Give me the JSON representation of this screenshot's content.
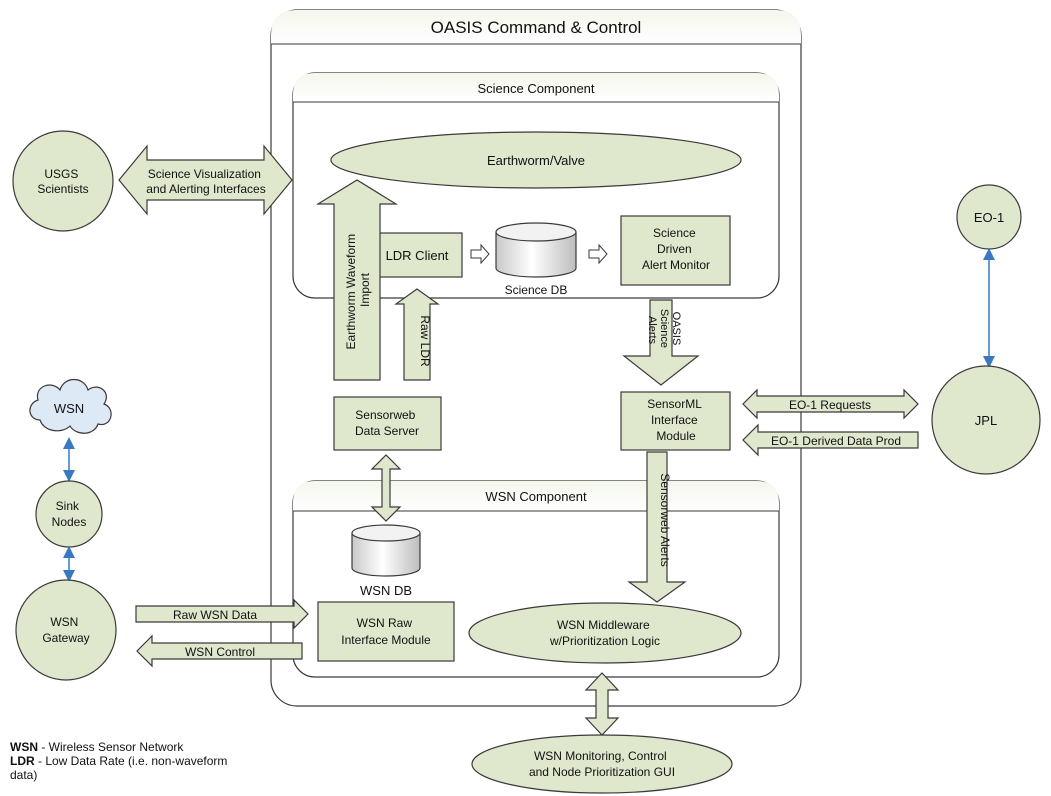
{
  "colors": {
    "fill": "#dfe8cd",
    "stroke": "#3a3a3a",
    "link": "#3a78c2",
    "header_gradient_top": "#f4f7ec"
  },
  "containers": {
    "command_control": "OASIS Command & Control",
    "science_component": "Science Component",
    "wsn_component": "WSN Component"
  },
  "nodes": {
    "usgs": [
      "USGS",
      "Scientists"
    ],
    "earthworm_valve": "Earthworm/Valve",
    "ldr_client": "LDR Client",
    "science_db": "Science DB",
    "alert_monitor": [
      "Science",
      "Driven",
      "Alert Monitor"
    ],
    "eo1": "EO-1",
    "jpl": "JPL",
    "wsn_cloud": "WSN",
    "sink_nodes": [
      "Sink",
      "Nodes"
    ],
    "wsn_gateway": [
      "WSN",
      "Gateway"
    ],
    "sensorweb_server": [
      "Sensorweb",
      "Data Server"
    ],
    "sensorml_module": [
      "SensorML",
      "Interface",
      "Module"
    ],
    "wsn_db": "WSN DB",
    "wsn_raw_module": [
      "WSN Raw",
      "Interface Module"
    ],
    "wsn_middleware": [
      "WSN Middleware",
      "w/Prioritization Logic"
    ],
    "monitoring_gui": [
      "WSN Monitoring, Control",
      "and Node Prioritization GUI"
    ]
  },
  "arrows": {
    "science_viz": [
      "Science Visualization",
      "and Alerting Interfaces"
    ],
    "earthworm_import": [
      "Earthworm Waveform",
      "Import"
    ],
    "raw_ldr": "Raw LDR",
    "oasis_alerts": [
      "OASIS",
      "Science",
      "Alerts"
    ],
    "eo1_requests": "EO-1 Requests",
    "eo1_derived": "EO-1 Derived Data Prod",
    "sensorweb_alerts": "Sensorweb Alerts",
    "raw_wsn_data": "Raw WSN Data",
    "wsn_control": "WSN Control"
  },
  "legend": [
    {
      "term": "WSN",
      "definition": " - Wireless Sensor Network"
    },
    {
      "term": "LDR",
      "definition": " - Low Data Rate (i.e. non-waveform data)"
    }
  ]
}
